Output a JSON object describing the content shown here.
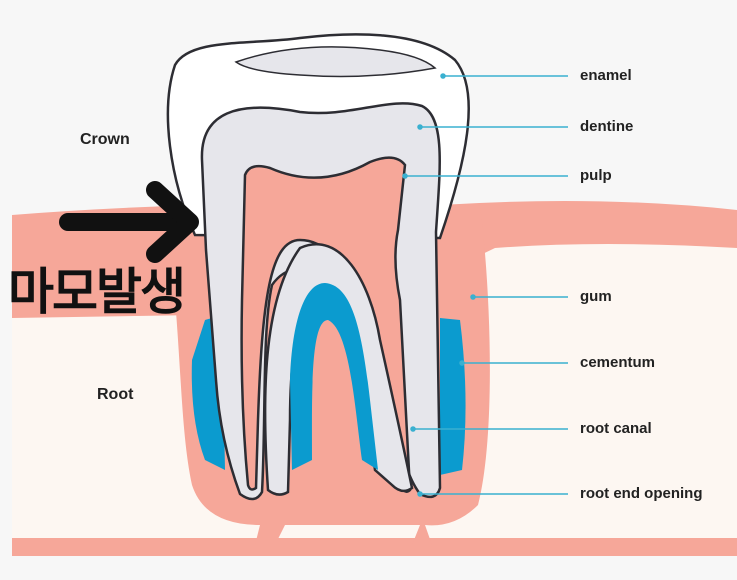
{
  "side_labels": {
    "crown": "Crown",
    "root": "Root"
  },
  "annotation": {
    "text": "마모발생",
    "arrow": "arrow-right-icon"
  },
  "labels": [
    {
      "id": "enamel",
      "text": "enamel"
    },
    {
      "id": "dentine",
      "text": "dentine"
    },
    {
      "id": "pulp",
      "text": "pulp"
    },
    {
      "id": "gum",
      "text": "gum"
    },
    {
      "id": "cementum",
      "text": "cementum"
    },
    {
      "id": "root-canal",
      "text": "root canal"
    },
    {
      "id": "root-end-opening",
      "text": "root end opening"
    }
  ],
  "colors": {
    "gum": "#f6a799",
    "bone": "#fdf7f2",
    "dentine": "#e6e6eb",
    "enamel": "#ffffff",
    "cementum": "#0b9bcf",
    "outline": "#2d2d33",
    "leader": "#3ab0d0"
  }
}
